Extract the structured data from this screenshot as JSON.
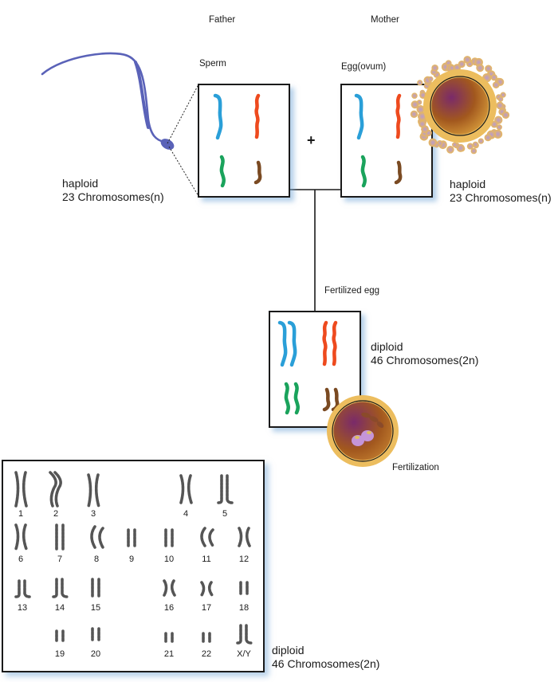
{
  "headers": {
    "father": "Father",
    "mother": "Mother"
  },
  "sperm": {
    "label": "Sperm",
    "ploidy": "haploid",
    "count": "23 Chromosomes(n)"
  },
  "egg": {
    "label": "Egg(ovum)",
    "ploidy": "haploid",
    "count": "23 Chromosomes(n)"
  },
  "plus_sign": "+",
  "fertilized_egg": {
    "label": "Fertilized egg",
    "ploidy": "diploid",
    "count": "46 Chromosomes(2n)"
  },
  "fertilization": {
    "label": "Fertilization"
  },
  "karyotype": {
    "ploidy": "diploid",
    "count": "46 Chromosomes(2n)",
    "chromosomes": [
      "1",
      "2",
      "3",
      "4",
      "5",
      "6",
      "7",
      "8",
      "9",
      "10",
      "11",
      "12",
      "13",
      "14",
      "15",
      "16",
      "17",
      "18",
      "19",
      "20",
      "21",
      "22",
      "X/Y"
    ]
  },
  "colors": {
    "chromosome_blue": "#2a9fd8",
    "chromosome_red": "#ee4a1e",
    "chromosome_green": "#1aa35c",
    "chromosome_brown": "#7a4a22",
    "sperm": "#5a62b8",
    "egg_outer": "#e8b85a",
    "egg_cytoplasm": "#a0581e",
    "egg_corona": "#b89ad0",
    "shadow": "#8fbbe0"
  }
}
